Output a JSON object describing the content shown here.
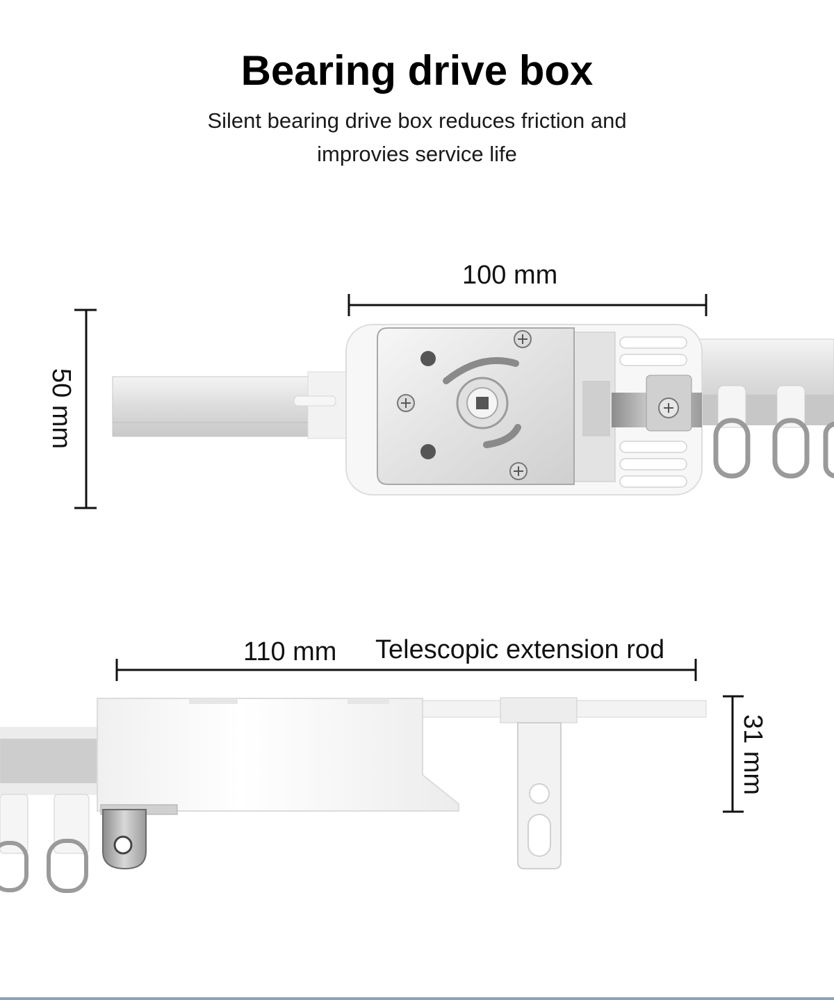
{
  "title": "Bearing drive box",
  "subtitle": {
    "line1": "Silent bearing drive box reduces friction and",
    "line2": "improvies service life"
  },
  "dimensions": {
    "top_width": "100 mm",
    "top_height": "50 mm",
    "bottom_width": "110 mm",
    "bottom_height": "31 mm",
    "rod_label": "Telescopic extension rod"
  },
  "colors": {
    "dimension_line": "#111111",
    "rail": "#d9d9d9",
    "housing": "#f2f2f2",
    "metal": "#b8b8b8"
  }
}
